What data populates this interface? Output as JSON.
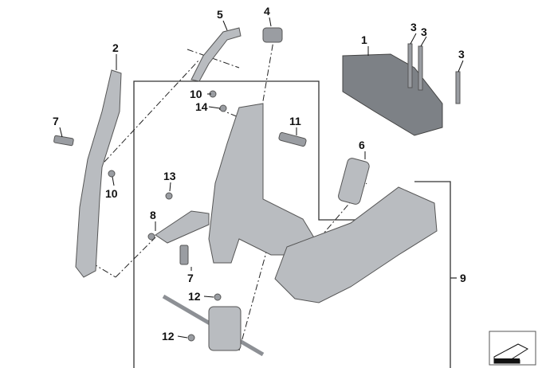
{
  "diagram": {
    "title": "Pedal assembly parts diagram",
    "callouts": [
      "1",
      "2",
      "3",
      "3",
      "3",
      "4",
      "5",
      "6",
      "7",
      "7",
      "8",
      "9",
      "10",
      "10",
      "11",
      "12",
      "12",
      "13",
      "14"
    ],
    "colors": {
      "part": "#b9bcc0",
      "part_dark": "#7d8186",
      "line": "#111111",
      "frame": "#333333"
    }
  }
}
